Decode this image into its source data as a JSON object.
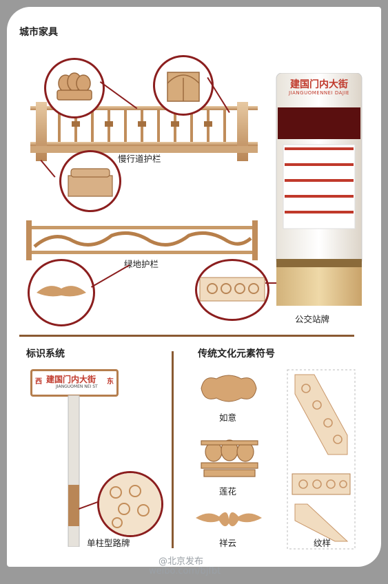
{
  "sections": {
    "street_furniture": {
      "title": "城市家具",
      "labels": {
        "slow_lane_fence": "慢行道护栏",
        "green_fence": "绿地护栏",
        "bus_stop_sign": "公交站牌"
      },
      "bus_stop": {
        "street_name": "建国门内大街",
        "street_pinyin": "JIANGUOMENNEI DAJIE"
      }
    },
    "signage": {
      "title": "标识系统",
      "sign": {
        "west": "西",
        "east": "东",
        "name": "建国门内大街",
        "pinyin": "JIANGUOMEN NEI ST"
      },
      "label": "单柱型路牌"
    },
    "cultural_symbols": {
      "title": "传统文化元素符号",
      "items": [
        "如意",
        "莲花",
        "祥云",
        "纹样"
      ]
    }
  },
  "watermark": {
    "handle": "@北京发布",
    "url": "weibo.com/bjfbt"
  },
  "colors": {
    "accent_red": "#8b1e1e",
    "bronze": "#c89a68",
    "divider": "#8a5a32",
    "frame_gray": "#9a9a9a"
  }
}
